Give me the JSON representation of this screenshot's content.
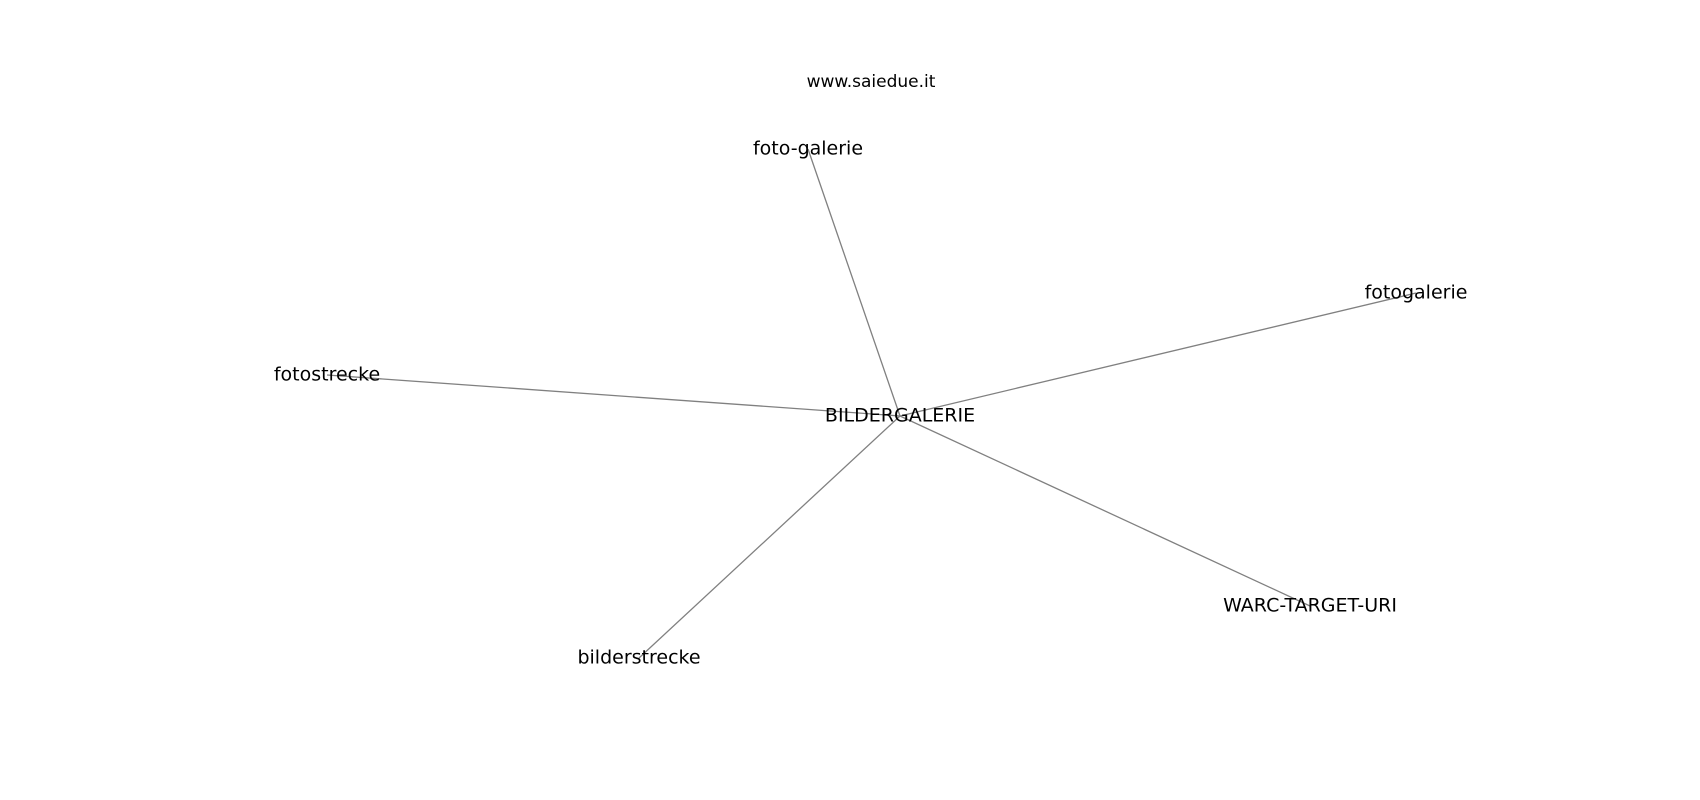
{
  "title": "www.saiedue.it",
  "nodes": [
    {
      "id": "center",
      "label": "BILDERGALERIE"
    },
    {
      "id": "foto-galerie",
      "label": "foto-galerie"
    },
    {
      "id": "fotogalerie",
      "label": "fotogalerie"
    },
    {
      "id": "fotostrecke",
      "label": "fotostrecke"
    },
    {
      "id": "bilderstrecke",
      "label": "bilderstrecke"
    },
    {
      "id": "warc",
      "label": "WARC-TARGET-URI"
    }
  ],
  "edges": [
    [
      "center",
      "foto-galerie"
    ],
    [
      "center",
      "fotogalerie"
    ],
    [
      "center",
      "fotostrecke"
    ],
    [
      "center",
      "bilderstrecke"
    ],
    [
      "center",
      "warc"
    ]
  ],
  "colors": {
    "edge": "#808080",
    "text": "#000000",
    "background": "#ffffff"
  }
}
